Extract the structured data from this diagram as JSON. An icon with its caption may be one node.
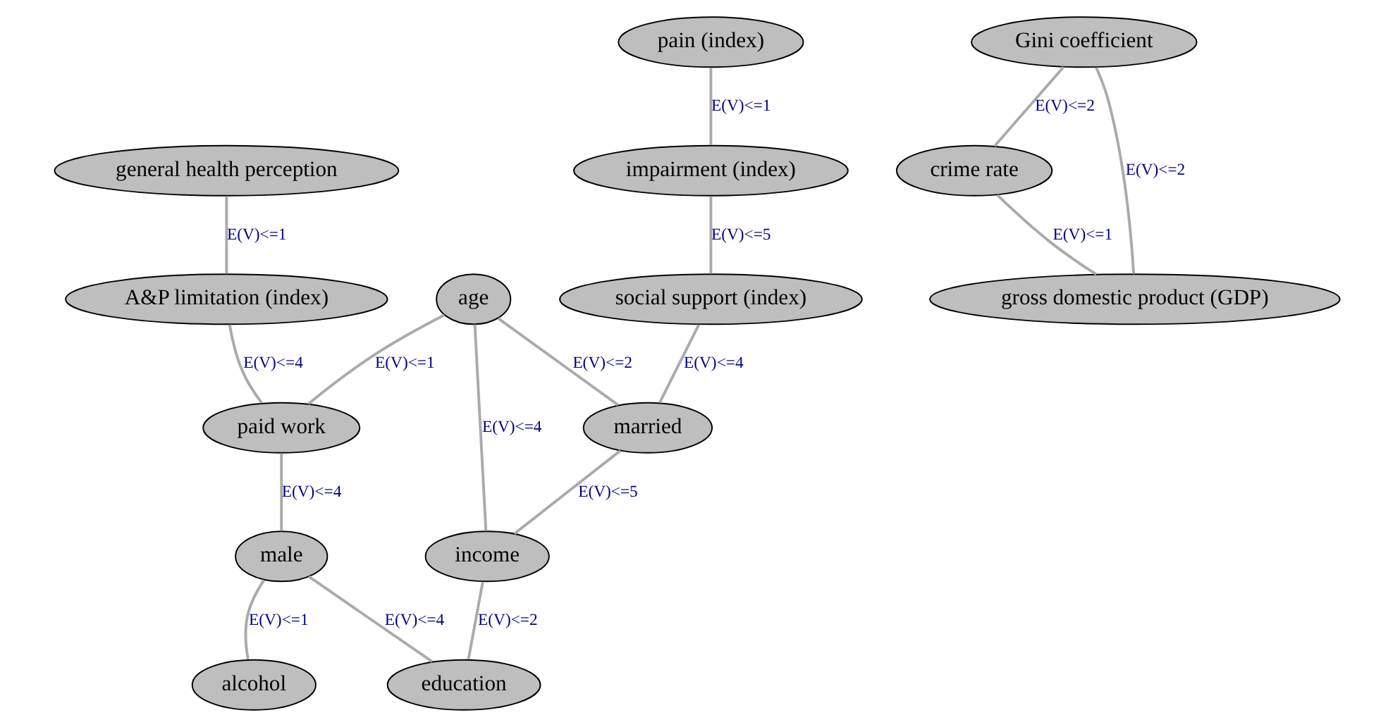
{
  "diagram": {
    "nodes": [
      {
        "text": [
          "general health perception"
        ]
      },
      {
        "text": [
          "A&P limitation (index)"
        ]
      },
      {
        "text": [
          "pain (index)"
        ]
      },
      {
        "text": [
          "impairment (index)"
        ]
      },
      {
        "text": [
          "age"
        ]
      },
      {
        "text": [
          "paid work"
        ]
      },
      {
        "text": [
          "social support (index)"
        ]
      },
      {
        "text": [
          "male"
        ]
      },
      {
        "text": [
          "alcohol"
        ]
      },
      {
        "text": [
          "married"
        ]
      },
      {
        "text": [
          "income"
        ]
      },
      {
        "text": [
          "education"
        ]
      },
      {
        "text": [
          "Gini coefficient"
        ]
      },
      {
        "text": [
          "crime rate"
        ]
      },
      {
        "text": [
          "gross domestic product (GDP)"
        ]
      }
    ],
    "edges": [
      {
        "from": 0,
        "to": 1,
        "arrow": "none",
        "label": "E(V)<=1"
      },
      {
        "from": 1,
        "to": 5,
        "arrow": "none",
        "label": "E(V)<=4"
      },
      {
        "from": 2,
        "to": 3,
        "arrow": "none",
        "label": "E(V)<=1"
      },
      {
        "from": 3,
        "to": 6,
        "arrow": "none",
        "label": "E(V)<=5"
      },
      {
        "from": 4,
        "to": 5,
        "arrow": "none",
        "label": "E(V)<=1"
      },
      {
        "from": 5,
        "to": 7,
        "arrow": "none",
        "label": "E(V)<=4"
      },
      {
        "from": 7,
        "to": 8,
        "arrow": "none",
        "label": "E(V)<=1"
      },
      {
        "from": 7,
        "to": 11,
        "arrow": "none",
        "label": "E(V)<=4"
      },
      {
        "from": 4,
        "to": 9,
        "arrow": "none",
        "label": "E(V)<=2"
      },
      {
        "from": 4,
        "to": 10,
        "arrow": "none",
        "label": "E(V)<=4"
      },
      {
        "from": 6,
        "to": 9,
        "arrow": "none",
        "label": "E(V)<=4"
      },
      {
        "from": 9,
        "to": 10,
        "arrow": "none",
        "label": "E(V)<=5"
      },
      {
        "from": 10,
        "to": 11,
        "arrow": "none",
        "label": "E(V)<=2"
      },
      {
        "from": 12,
        "to": 13,
        "arrow": "none",
        "label": "E(V)<=2"
      },
      {
        "from": 12,
        "to": 14,
        "arrow": "none",
        "label": "E(V)<=2"
      },
      {
        "from": 13,
        "to": 14,
        "arrow": "none",
        "label": "E(V)<=1"
      }
    ]
  }
}
